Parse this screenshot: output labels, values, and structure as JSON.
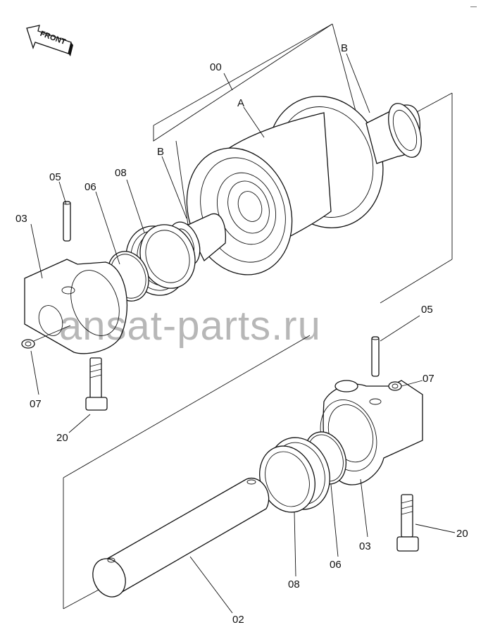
{
  "diagram": {
    "front_arrow": "FRONT",
    "corner_mark": "—",
    "watermark": "ansat-parts.ru",
    "labels": {
      "assembly": "00",
      "roller_a": "A",
      "shaft_b_top": "B",
      "shaft_b_left": "B",
      "p05_top": "05",
      "p06_top": "06",
      "p08_top": "08",
      "p03_top": "03",
      "p07_left": "07",
      "p20_left": "20",
      "p05_right": "05",
      "p07_right": "07",
      "p20_right": "20",
      "p03_bottom": "03",
      "p06_bottom": "06",
      "p08_bottom": "08",
      "p02_shaft": "02"
    }
  }
}
